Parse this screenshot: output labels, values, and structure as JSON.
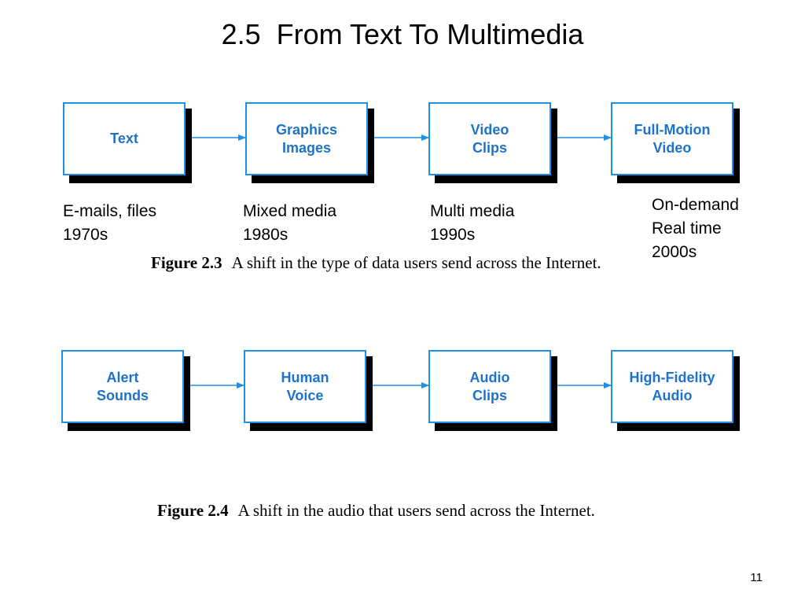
{
  "title": "2.5  From Text To Multimedia",
  "figure_2_3": {
    "boxes": [
      {
        "lines": [
          "Text"
        ]
      },
      {
        "lines": [
          "Graphics",
          "Images"
        ]
      },
      {
        "lines": [
          "Video",
          "Clips"
        ]
      },
      {
        "lines": [
          "Full-Motion",
          "Video"
        ]
      }
    ],
    "annotations": [
      {
        "lines": [
          "E-mails, files",
          "1970s"
        ]
      },
      {
        "lines": [
          "Mixed media",
          "1980s"
        ]
      },
      {
        "lines": [
          "Multi media",
          "1990s"
        ]
      },
      {
        "lines": [
          "On-demand",
          "Real time",
          "2000s"
        ]
      }
    ],
    "caption": {
      "label": "Figure 2.3",
      "text": "A shift in the type of data users send across the Internet."
    }
  },
  "figure_2_4": {
    "boxes": [
      {
        "lines": [
          "Alert",
          "Sounds"
        ]
      },
      {
        "lines": [
          "Human",
          "Voice"
        ]
      },
      {
        "lines": [
          "Audio",
          "Clips"
        ]
      },
      {
        "lines": [
          "High-Fidelity",
          "Audio"
        ]
      }
    ],
    "caption": {
      "label": "Figure 2.4",
      "text": "A shift in the audio that users send across the Internet."
    }
  },
  "page_number": "11",
  "colors": {
    "box_border": "#1e8fe6",
    "box_text": "#1e73c8",
    "arrow": "#1e8fe6",
    "shadow": "#000000"
  }
}
